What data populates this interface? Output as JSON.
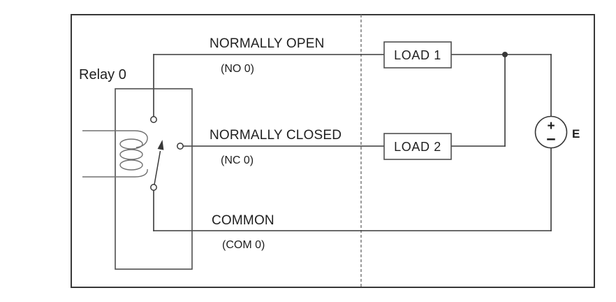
{
  "colors": {
    "line": "#383838",
    "box": "#4f4f4f",
    "coil": "#707070",
    "dashed": "#7a7a7a",
    "text": "#1f1f1f",
    "background": "#ffffff"
  },
  "relay": {
    "label": "Relay 0"
  },
  "contacts": {
    "normally_open": {
      "title": "NORMALLY OPEN",
      "tag": "(NO 0)"
    },
    "normally_closed": {
      "title": "NORMALLY CLOSED",
      "tag": "(NC 0)"
    },
    "common": {
      "title": "COMMON",
      "tag": "(COM 0)"
    }
  },
  "loads": {
    "load1_label": "LOAD 1",
    "load2_label": "LOAD 2"
  },
  "source": {
    "plus": "+",
    "minus": "−",
    "label": "E"
  }
}
